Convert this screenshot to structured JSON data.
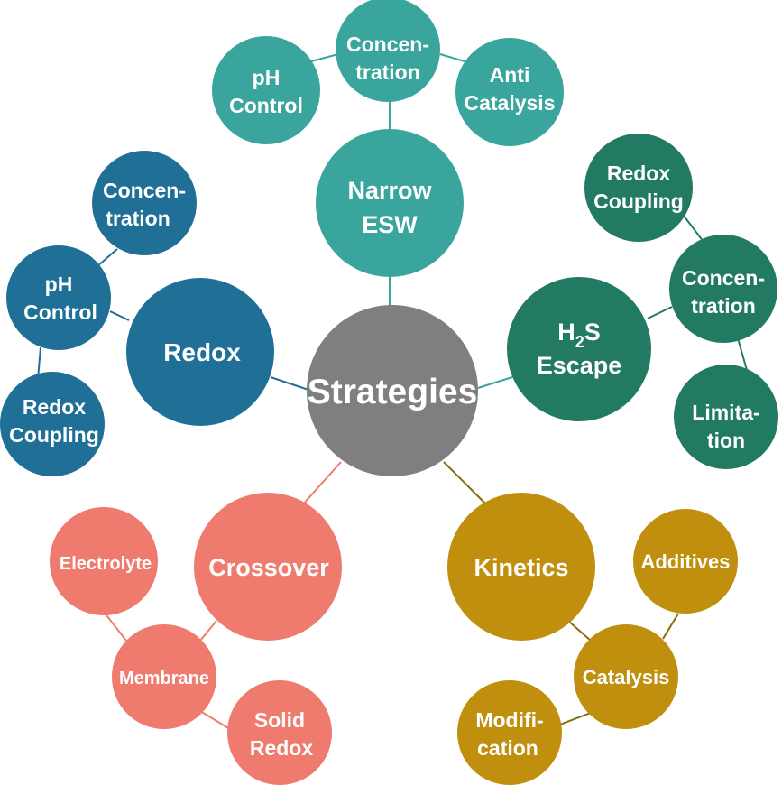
{
  "colors": {
    "center": "#7f7f7f",
    "narrow_esw": "#3aa59c",
    "h2s_escape": "#237a62",
    "redox": "#1f6f96",
    "crossover": "#ef7b6e",
    "kinetics": "#c08f0d"
  },
  "center": {
    "label": "Strategies"
  },
  "branches": {
    "narrow_esw": {
      "label": [
        "Narrow",
        "ESW"
      ],
      "children": [
        {
          "label": [
            "pH",
            "Control"
          ]
        },
        {
          "label": [
            "Concen-",
            "tration"
          ]
        },
        {
          "label": [
            "Anti",
            "Catalysis"
          ]
        }
      ]
    },
    "h2s_escape": {
      "label": [
        "H",
        "2",
        "S",
        "Escape"
      ],
      "children": [
        {
          "label": [
            "Redox",
            "Coupling"
          ]
        },
        {
          "label": [
            "Concen-",
            "tration"
          ]
        },
        {
          "label": [
            "Limita-",
            "tion"
          ]
        }
      ]
    },
    "redox": {
      "label": [
        "Redox"
      ],
      "children": [
        {
          "label": [
            "Concen-",
            "tration"
          ]
        },
        {
          "label": [
            "pH",
            "Control"
          ]
        },
        {
          "label": [
            "Redox",
            "Coupling"
          ]
        }
      ]
    },
    "crossover": {
      "label": [
        "Crossover"
      ],
      "children": [
        {
          "label": [
            "Electrolyte"
          ]
        },
        {
          "label": [
            "Membrane"
          ]
        },
        {
          "label": [
            "Solid",
            "Redox"
          ]
        }
      ]
    },
    "kinetics": {
      "label": [
        "Kinetics"
      ],
      "children": [
        {
          "label": [
            "Additives"
          ]
        },
        {
          "label": [
            "Catalysis"
          ]
        },
        {
          "label": [
            "Modifi-",
            "cation"
          ]
        }
      ]
    }
  }
}
